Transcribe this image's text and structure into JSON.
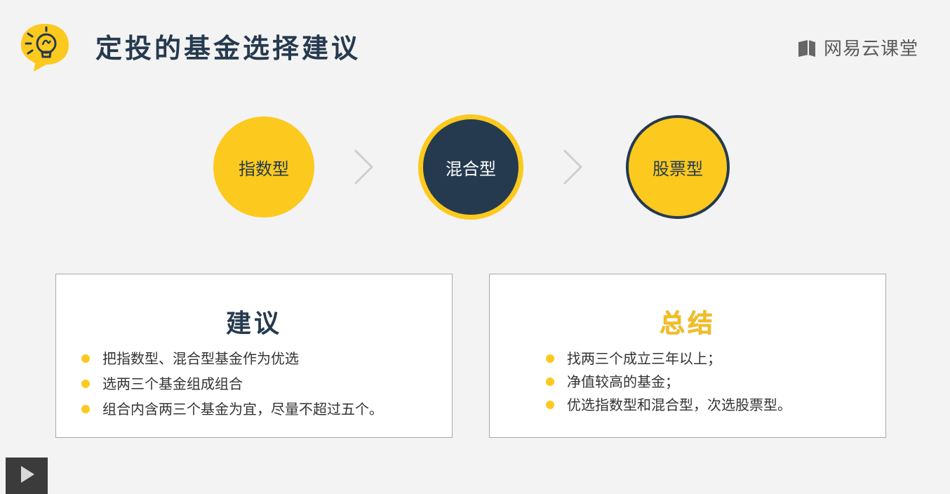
{
  "header": {
    "title": "定投的基金选择建议",
    "brand_text": "网易云课堂"
  },
  "steps": [
    {
      "label": "指数型"
    },
    {
      "label": "混合型"
    },
    {
      "label": "股票型"
    }
  ],
  "panels": {
    "suggestion": {
      "title": "建议",
      "items": [
        "把指数型、混合型基金作为优选",
        "选两三个基金组成组合",
        "组合内含两三个基金为宜，尽量不超过五个。"
      ]
    },
    "summary": {
      "title": "总结",
      "items": [
        "找两三个成立三年以上；",
        "净值较高的基金；",
        "优选指数型和混合型，次选股票型。"
      ]
    }
  },
  "colors": {
    "accent_yellow": "#fcc91e",
    "dark_navy": "#253a4f",
    "background": "#f3f3f3"
  },
  "icons": {
    "logo": "lightbulb-speech-bubble-icon",
    "brand": "book-icon",
    "chevron": "chevron-right-icon",
    "play": "play-icon"
  }
}
